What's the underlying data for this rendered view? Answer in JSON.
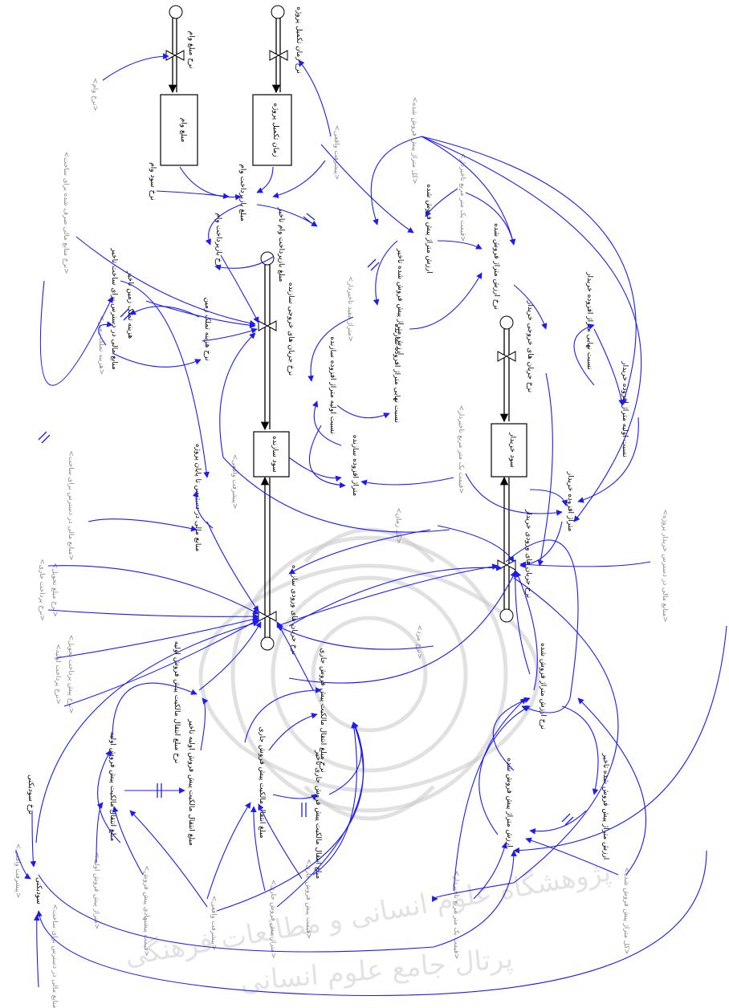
{
  "stocks": {
    "loan_amount": "مبلغ وام",
    "project_completion_time": "زمان تکمیل پروژه",
    "builder_profit": "سود سازنده",
    "buyer_profit": "سود خریدار",
    "profitability": "سودبکنی",
    "initial_presale_value": "مبلغ انتقال مالکیت پیش فروش اولیه",
    "current_presale_value": "مبلغ انتقال مالکیت پیش فروش جاری",
    "sold_presale_value_top": "ارزش متراژ پیش فروش شده",
    "sold_presale_value_bottom": "ارزش متراژ پیش فروش شده"
  },
  "rates": {
    "loan_amount_rate": "نرخ مبلغ وام",
    "completion_time_rate": "نرخ زمان تکمیل پروژه",
    "loan_repayment": "مبلغ بازپرداخت وام",
    "loan_repayment_rate": "نرخ بازپرداخت وام",
    "loan_repayment_delay": "مبلغ بازپرداخت وام تاخیر",
    "builder_outflow": "نرخ جریان های خروجی سازنده",
    "builder_inflow": "نرخ جریان های ورودی سازنده",
    "buyer_inflow": "نرخ جریان های ورودی خریدار",
    "buyer_outflow": "نرخ جریان های خروجی خریدار",
    "land_cost_rate": "نرخ هزینه تملک زمین",
    "land_cost_delay": "هزینه تملک زمین تاخیر",
    "initial_transfer_rate": "نرخ مبلغ انتقال مالکیت پیش فروش اولیه",
    "current_transfer_rate": "نرخ مبلغ انتقال مالکیت پیش فروش جاری",
    "sold_value_rate_top": "نرخ ارزش متراژ فروش شده",
    "sold_value_rate_bottom": "نرخ ارزش متراژ فروش شده",
    "profitability_rate": "نرخ سودبکنی"
  },
  "auxiliaries": {
    "loan_interest_rate": "نرخ سود وام",
    "funds_for_construction_delay": "منابع مالی در دسترس برای ساخت تاخیر",
    "funds_end_project": "منابع مالی در دسترس تا پایان پروژه",
    "builder_added_area": "متراژ افزوده سازنده",
    "builder_initial_ratio": "نسبت اولیه متراژ افزوده سازنده",
    "builder_final_ratio": "نسبت نهایی متراژ افزوده سازنده",
    "buyer_added_area": "متراژ افزوده خریدار",
    "buyer_initial_ratio": "نسبت اولیه متراژ افزوده خریدار",
    "buyer_final_ratio": "نسبت نهایی متراژ افزوده خریدار",
    "sold_value_delay_top": "ارزش متراژ پیش فروش شده تاخیر",
    "sold_value_delay_bottom": "ارزش متراژ پیش فروش شده تاخیر",
    "initial_presale_delay": "مبلغ انتقال مالکیت پیش فروش اولیه تاخیر",
    "current_presale_delay": "مبلغ انتقال مالکیت پیش فروش جاری تاخیر"
  },
  "shadow_variables": {
    "loan_rate": "<نرخ وام>",
    "real_progress_top": "<پیشرفت واقعی>",
    "total_presale_area_top": "<کل متراژ پیش فروش شده>",
    "price_per_m2_delay_top": "<قیمت یک متر مربع تاخیردار>",
    "builder_added_delay": "<متراژ مفید تاخیردار>",
    "land_cost": "<هزینه تملک زمین>",
    "construction_expense_rate": "<نرخ منابع مالی صرف شده برای ساخت>",
    "funds_available_construction": "<منابع مالی در دسترس برای ساخت>",
    "real_progress_mid": "<پیشرفت واقعی>",
    "price_per_m2_delay_mid": "<قیمت یک متر مربع تاخیردار>",
    "total_time": "<کل زمان>",
    "funds_buyer_project": "<منابع مالی در دسترس خریدار پروژه>",
    "current_payment": "<نرخ پرداخت جاری>",
    "current_cost": "<نرخ مبلغ تحویل>",
    "initial_payment": "<نرخ پرداخت اولیه>",
    "delivery_rate": "<نرخ پیش پرداخت تحویل>",
    "wage_rate": "<نرخ مزد>",
    "presale_area_initial": "<متراژ پیش فروش اولیه>",
    "initial_offer_price": "<قیمت پیشنهادی پیش فروش>",
    "real_progress_bottom": "<پیشرفت واقعی>",
    "current_presale_area": "<متراژ پیش فروش جاری>",
    "current_presale_price": "<قیمت پیش فروش جاری>",
    "price_per_m2_delay_bottom": "<قیمت یک متر مربع تاخیردار>",
    "total_presale_area_bottom": "<کل متراژ پیش فروش شده>",
    "real_progress_left": "<پیشرفت واقعی>",
    "funds_construction_left": "<منابع مالی در دسترس برای ساخت>"
  },
  "watermark": {
    "text_line1": "پژوهشگاه علوم انسانی و مطالعات فرهنگی",
    "text_line2": "پرتال جامع علوم انسانی"
  },
  "colors": {
    "link": "#1c1cf0",
    "stock_border": "#000000",
    "shadow_text": "#8a8a8a",
    "watermark": "#c9c9c9"
  }
}
